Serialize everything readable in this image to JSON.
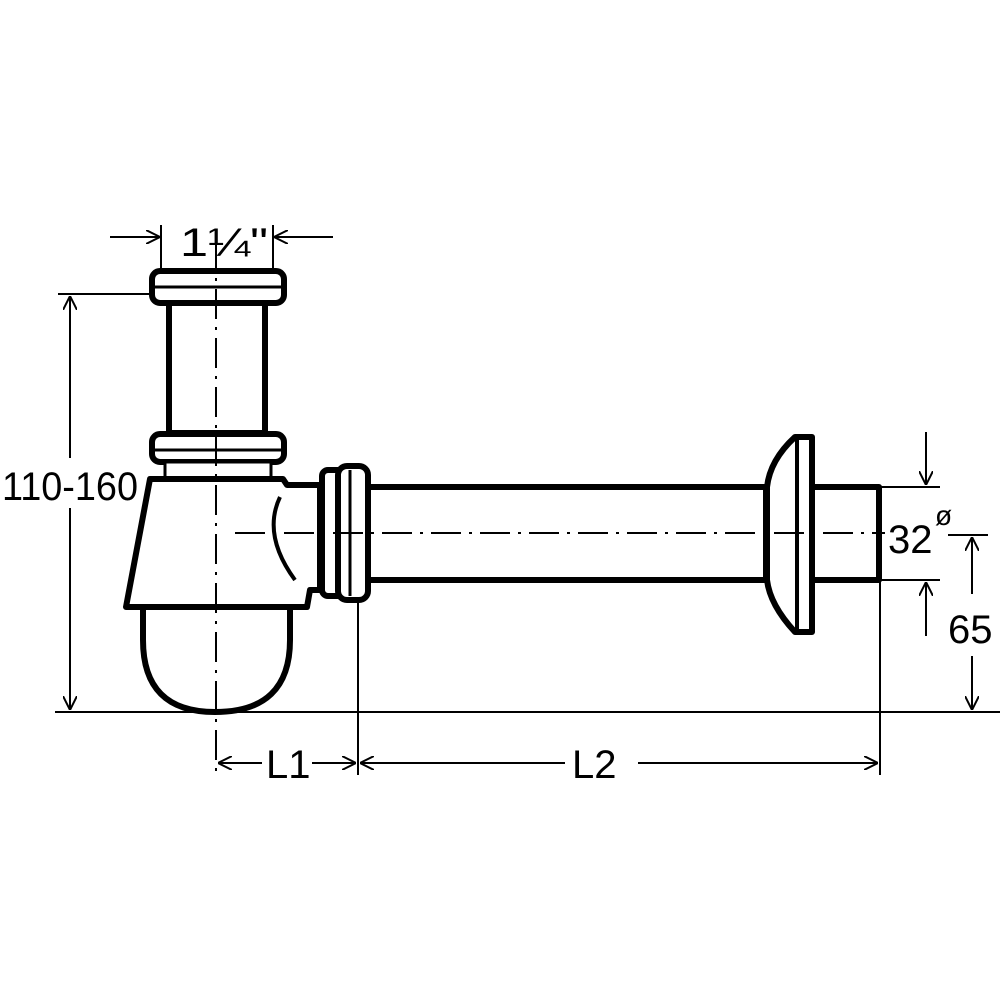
{
  "dimensions": {
    "top_thread": "1¼\"",
    "height_range": "110-160",
    "l1": "L1",
    "l2": "L2",
    "pipe_diameter": "32",
    "diameter_symbol": "ø",
    "outlet_height": "65"
  },
  "colors": {
    "line": "#000000",
    "background": "#ffffff"
  }
}
